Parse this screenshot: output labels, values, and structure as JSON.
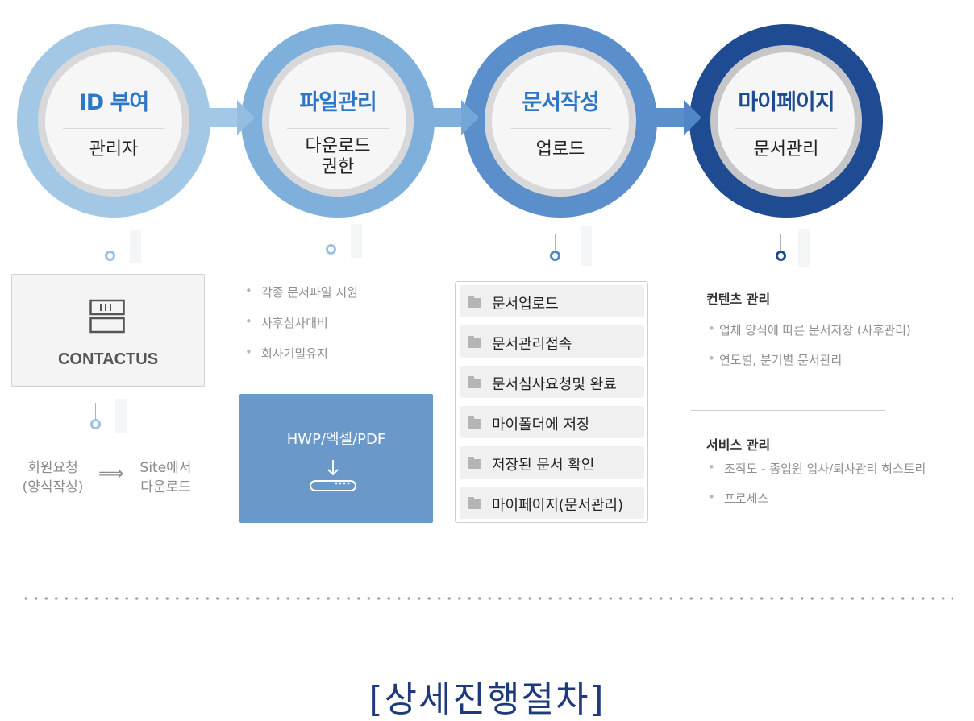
{
  "steps": [
    {
      "title": "ID 부여",
      "subtitle": "관리자"
    },
    {
      "title": "파일관리",
      "subtitle_line1": "다운로드",
      "subtitle_line2": "권한"
    },
    {
      "title": "문서작성",
      "subtitle": "업로드"
    },
    {
      "title": "마이페이지",
      "subtitle": "문서관리"
    }
  ],
  "colors": {
    "step1": "#a3c8e6",
    "step2": "#7fb0dc",
    "step3": "#5a8fcb",
    "step4": "#1f4b93",
    "title_blue": "#2f76c8",
    "title_navy": "#1f3a7a"
  },
  "contact": {
    "label": "CONTACTUS",
    "flow_from_line1": "회원요청",
    "flow_from_line2": "(양식작성)",
    "flow_arrow": "⟹",
    "flow_to_line1": "Site에서",
    "flow_to_line2": "다운로드"
  },
  "file_mgmt": {
    "bullets": [
      "각종 문서파일 지원",
      "사후심사대비",
      "회사기밀유지"
    ],
    "formats": "HWP/엑셀/PDF"
  },
  "doc_items": [
    "문서업로드",
    "문서관리접속",
    "문서심사요청및 완료",
    "마이폴더에 저장",
    "저장된 문서 확인",
    "마이페이지(문서관리)"
  ],
  "mypage": {
    "content_title": "컨텐츠 관리",
    "content_bullets": [
      "업체 양식에 따른 문서저장 (사후관리)",
      "연도별, 분기별 문서관리"
    ],
    "service_title": "서비스 관리",
    "service_bullets": [
      "조직도 - 종업원 입사/퇴사관리 히스토리",
      "프로세스"
    ]
  },
  "bottom_title": "[상세진행절차]"
}
